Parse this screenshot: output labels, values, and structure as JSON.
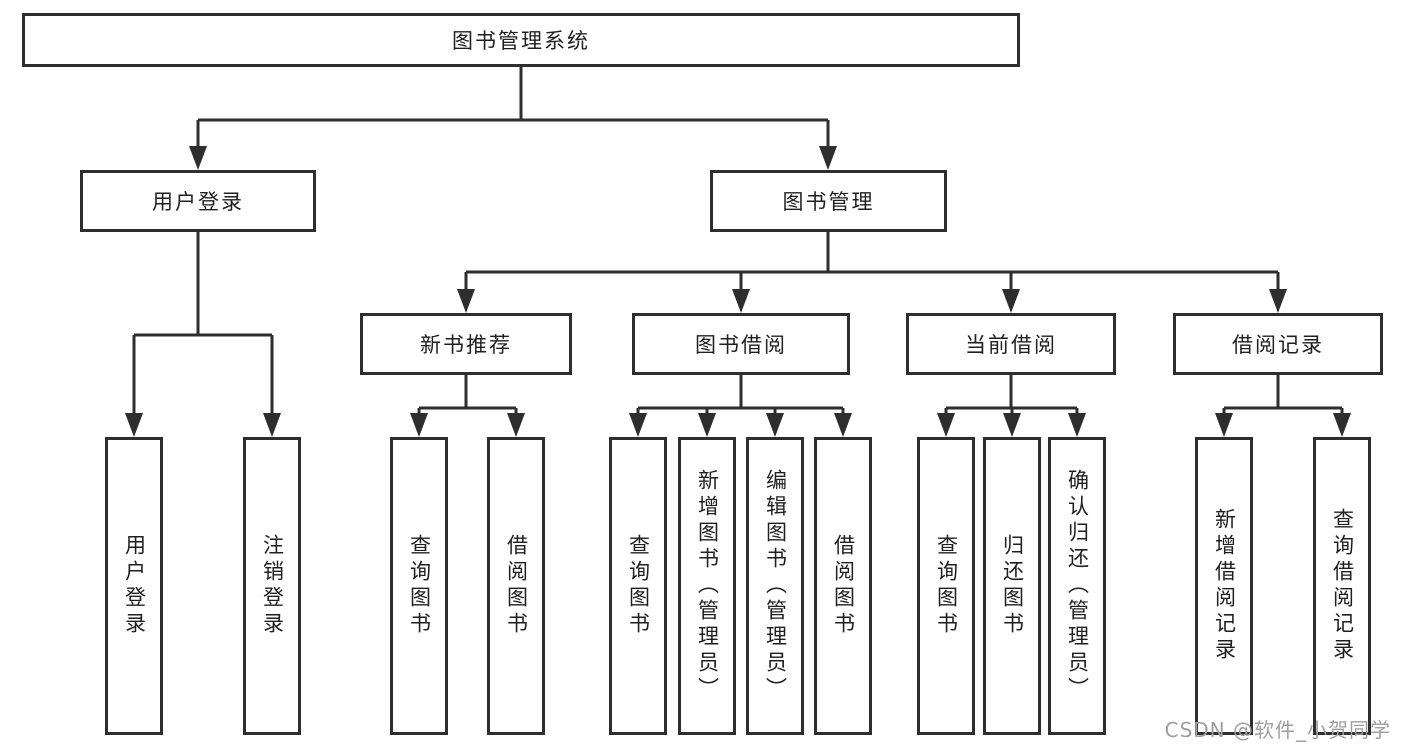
{
  "tree": {
    "label": "图书管理系统",
    "children": [
      {
        "label": "用户登录",
        "children": [
          {
            "label": "用户登录"
          },
          {
            "label": "注销登录"
          }
        ]
      },
      {
        "label": "图书管理",
        "children": [
          {
            "label": "新书推荐",
            "children": [
              {
                "label": "查询图书"
              },
              {
                "label": "借阅图书"
              }
            ]
          },
          {
            "label": "图书借阅",
            "children": [
              {
                "label": "查询图书"
              },
              {
                "label": "新增图书（管理员）"
              },
              {
                "label": "编辑图书（管理员）"
              },
              {
                "label": "借阅图书"
              }
            ]
          },
          {
            "label": "当前借阅",
            "children": [
              {
                "label": "查询图书"
              },
              {
                "label": "归还图书"
              },
              {
                "label": "确认归还（管理员）"
              }
            ]
          },
          {
            "label": "借阅记录",
            "children": [
              {
                "label": "新增借阅记录"
              },
              {
                "label": "查询借阅记录"
              }
            ]
          }
        ]
      }
    ]
  },
  "watermark": {
    "text": "CSDN @软件_小贺同学"
  },
  "colors": {
    "line": "#2e2e2e",
    "box_border": "#2e2e2e",
    "text": "#1f1f1f",
    "watermark": "#9e9e9e",
    "background": "#ffffff"
  }
}
